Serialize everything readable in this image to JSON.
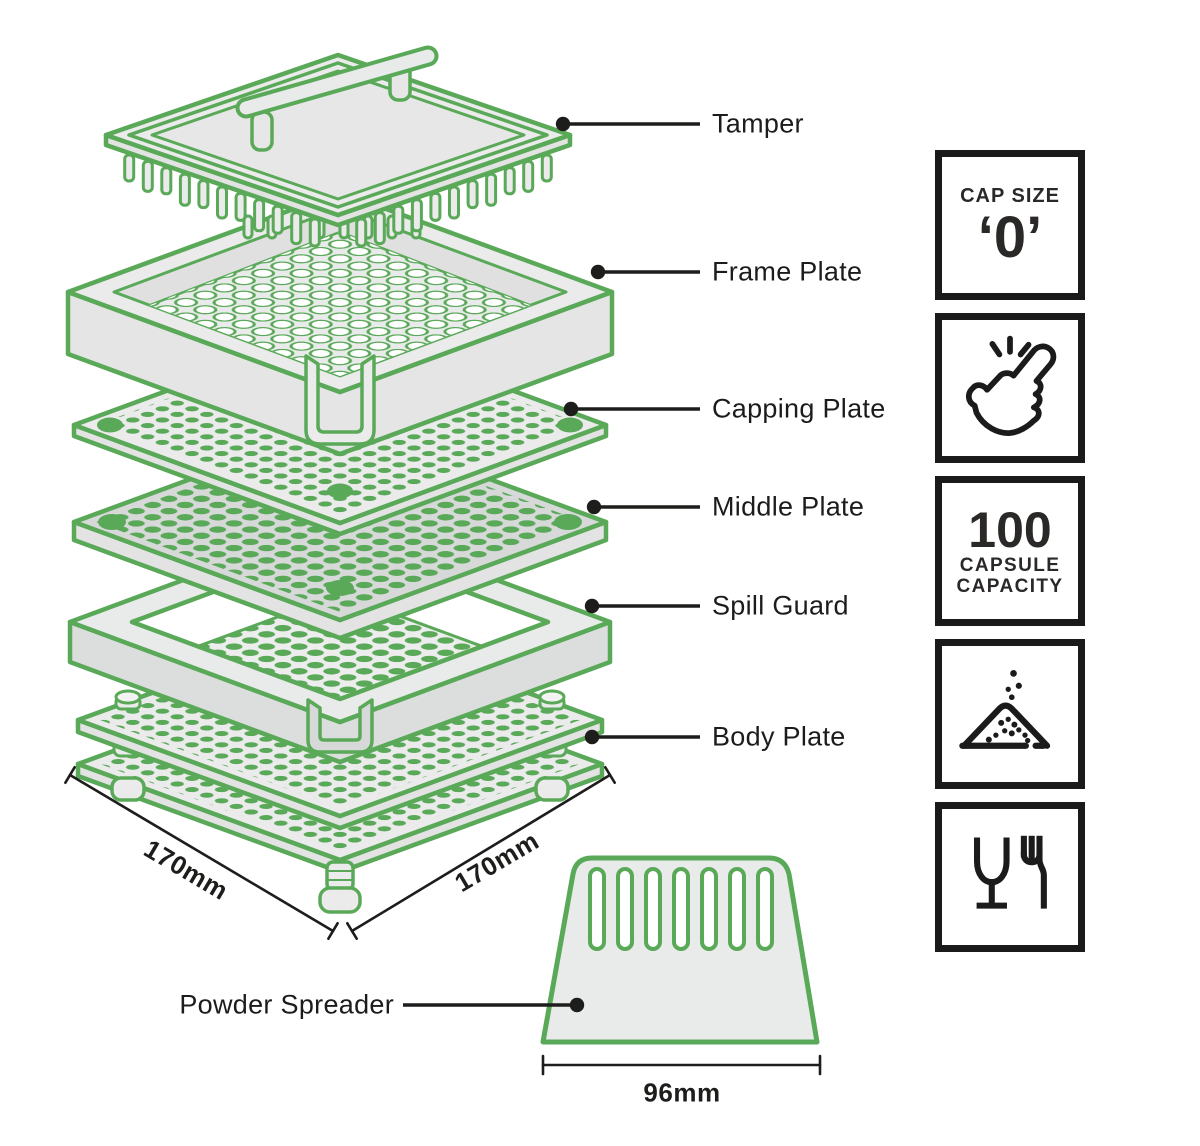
{
  "parts": {
    "tamper": "Tamper",
    "frame_plate": "Frame Plate",
    "capping_plate": "Capping Plate",
    "middle_plate": "Middle Plate",
    "spill_guard": "Spill Guard",
    "body_plate": "Body Plate",
    "powder_spreader": "Powder Spreader"
  },
  "dimensions": {
    "base_left": "170mm",
    "base_right": "170mm",
    "spreader": "96mm"
  },
  "badges": {
    "cap_size": {
      "label": "CAP SIZE",
      "value": "‘0’"
    },
    "easy_snap": {
      "icon": "snap-fingers-icon"
    },
    "capacity": {
      "number": "100",
      "line1": "CAPSULE",
      "line2": "CAPACITY"
    },
    "powder": {
      "icon": "powder-pile-icon"
    },
    "food_safe": {
      "icon": "food-grade-icon"
    }
  },
  "colors": {
    "green": "#5aa959",
    "ink": "#1d1d1b"
  }
}
